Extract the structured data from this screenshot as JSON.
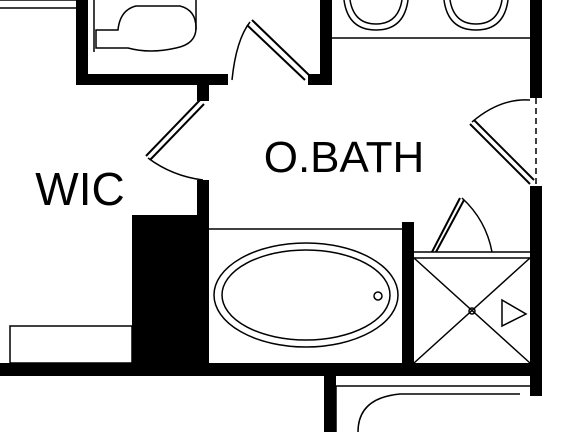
{
  "plan": {
    "colors": {
      "wall": "#000000",
      "line": "#000000",
      "background": "#ffffff"
    },
    "rooms": [
      {
        "id": "wic",
        "label": "WIC"
      },
      {
        "id": "obath",
        "label": "O.BATH"
      }
    ]
  }
}
